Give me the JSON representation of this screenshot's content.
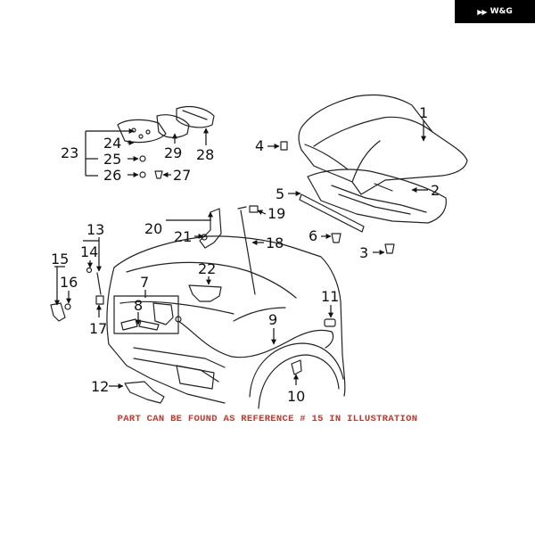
{
  "brand": {
    "text": "W&G",
    "icon": "logo-mark-icon"
  },
  "note": "PART CAN BE FOUND AS REFERENCE # 15 IN ILLUSTRATION",
  "callouts": [
    {
      "id": "1",
      "text": "1"
    },
    {
      "id": "2",
      "text": "2"
    },
    {
      "id": "3",
      "text": "3"
    },
    {
      "id": "4",
      "text": "4"
    },
    {
      "id": "5",
      "text": "5"
    },
    {
      "id": "6",
      "text": "6"
    },
    {
      "id": "7",
      "text": "7"
    },
    {
      "id": "8",
      "text": "8"
    },
    {
      "id": "9",
      "text": "9"
    },
    {
      "id": "10",
      "text": "10"
    },
    {
      "id": "11",
      "text": "11"
    },
    {
      "id": "12",
      "text": "12"
    },
    {
      "id": "13",
      "text": "13"
    },
    {
      "id": "14",
      "text": "14"
    },
    {
      "id": "15",
      "text": "15"
    },
    {
      "id": "16",
      "text": "16"
    },
    {
      "id": "17",
      "text": "17"
    },
    {
      "id": "18",
      "text": "18"
    },
    {
      "id": "19",
      "text": "19"
    },
    {
      "id": "20",
      "text": "20"
    },
    {
      "id": "21",
      "text": "21"
    },
    {
      "id": "22",
      "text": "22"
    },
    {
      "id": "23",
      "text": "23"
    },
    {
      "id": "24",
      "text": "24"
    },
    {
      "id": "25",
      "text": "25"
    },
    {
      "id": "26",
      "text": "26"
    },
    {
      "id": "27",
      "text": "27"
    },
    {
      "id": "28",
      "text": "28"
    },
    {
      "id": "29",
      "text": "29"
    }
  ]
}
